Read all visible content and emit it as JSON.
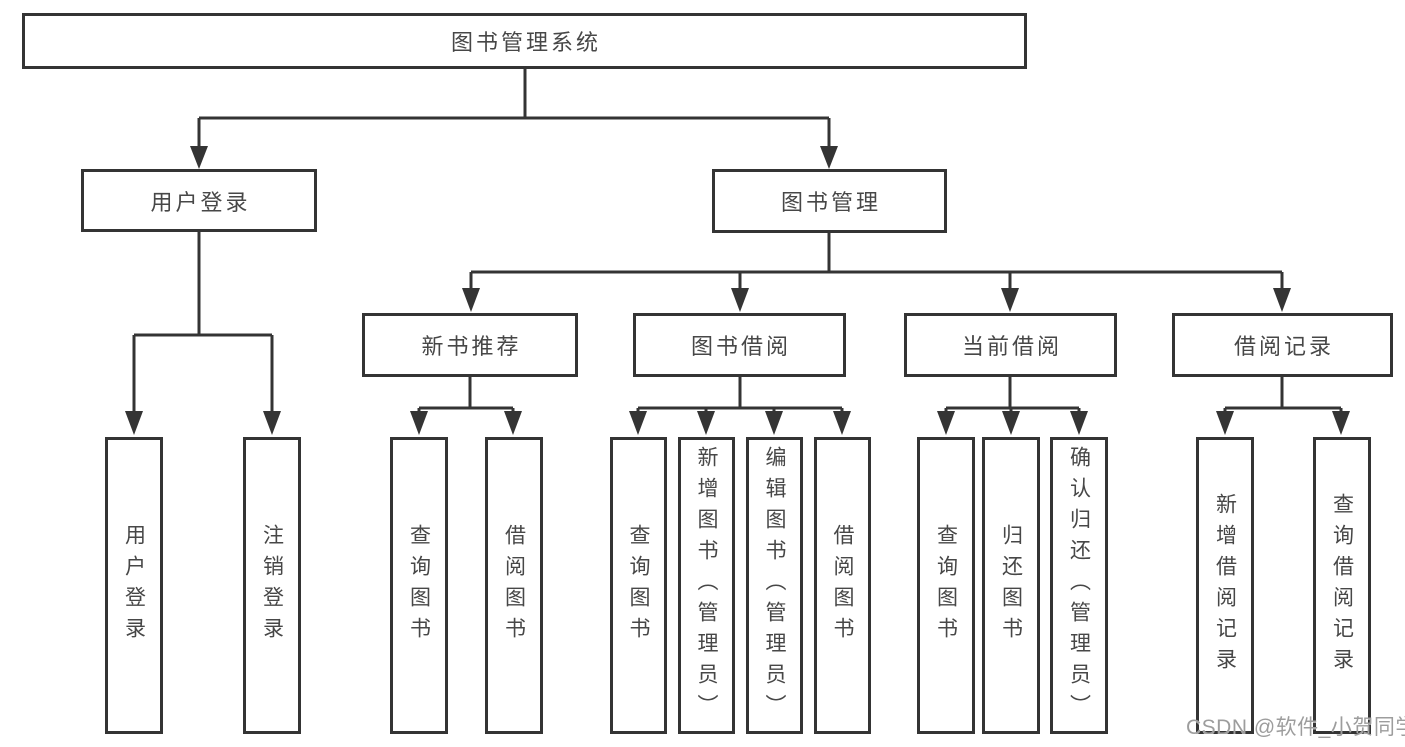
{
  "colors": {
    "line": "#343434",
    "box_border": "#343434",
    "box_background": "#ffffff",
    "text": "#474747",
    "watermark": "#9d9d9d"
  },
  "tree": {
    "root": {
      "label": "图书管理系统"
    },
    "branches": [
      {
        "label": "用户登录",
        "children": [
          {
            "label": "用户登录"
          },
          {
            "label": "注销登录"
          }
        ]
      },
      {
        "label": "图书管理",
        "children": [
          {
            "label": "新书推荐",
            "children": [
              {
                "label": "查询图书"
              },
              {
                "label": "借阅图书"
              }
            ]
          },
          {
            "label": "图书借阅",
            "children": [
              {
                "label": "查询图书"
              },
              {
                "label": "新增图书（管理员）"
              },
              {
                "label": "编辑图书（管理员）"
              },
              {
                "label": "借阅图书"
              }
            ]
          },
          {
            "label": "当前借阅",
            "children": [
              {
                "label": "查询图书"
              },
              {
                "label": "归还图书"
              },
              {
                "label": "确认归还（管理员）"
              }
            ]
          },
          {
            "label": "借阅记录",
            "children": [
              {
                "label": "新增借阅记录"
              },
              {
                "label": "查询借阅记录"
              }
            ]
          }
        ]
      }
    ]
  },
  "watermark": {
    "text": "CSDN @软件_小贺同学"
  }
}
